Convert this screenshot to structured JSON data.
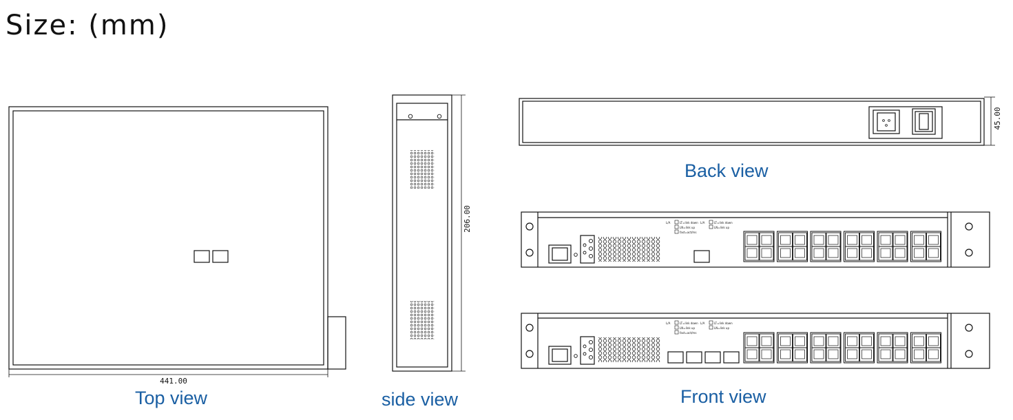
{
  "title": "Size: (mm)",
  "views": {
    "top": {
      "caption": "Top view",
      "width_dim": "441.00"
    },
    "side": {
      "caption": "side view",
      "depth_dim": "206.00"
    },
    "back": {
      "caption": "Back view",
      "height_dim": "45.00"
    },
    "front": {
      "caption": "Front view"
    }
  },
  "led_legend": {
    "col1": [
      "L/A",
      "LT=link down",
      "LN=link up",
      "fast=act/ms"
    ],
    "col2": [
      "L/A",
      "LT=link down",
      "LN=link up"
    ]
  }
}
